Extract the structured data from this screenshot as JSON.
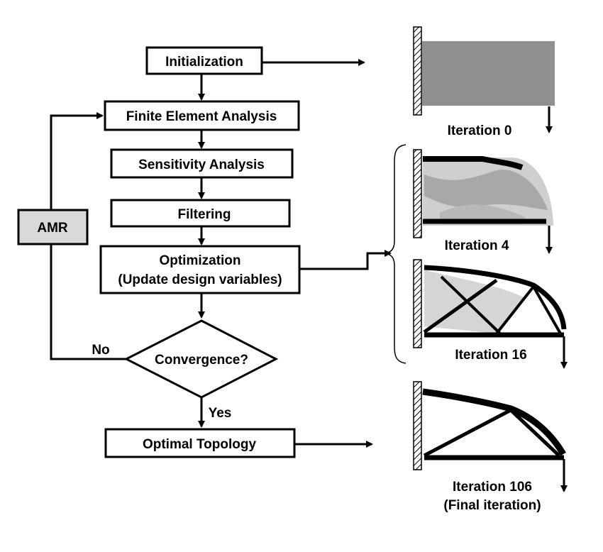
{
  "flowchart": {
    "initialization": "Initialization",
    "fea": "Finite Element Analysis",
    "sensitivity": "Sensitivity Analysis",
    "filtering": "Filtering",
    "optimization_line1": "Optimization",
    "optimization_line2": "(Update design variables)",
    "convergence": "Convergence?",
    "optimal": "Optimal Topology",
    "amr": "AMR",
    "no_label": "No",
    "yes_label": "Yes"
  },
  "iterations": [
    {
      "label": "Iteration 0"
    },
    {
      "label": "Iteration 4"
    },
    {
      "label": "Iteration 16"
    },
    {
      "label": "Iteration 106",
      "sublabel": "(Final iteration)"
    }
  ],
  "colors": {
    "line": "#000000",
    "amr_fill": "#d9d9d9",
    "initial_design": "#909090",
    "light_gray": "#cfcfcf",
    "mid_gray": "#a0a0a0"
  }
}
